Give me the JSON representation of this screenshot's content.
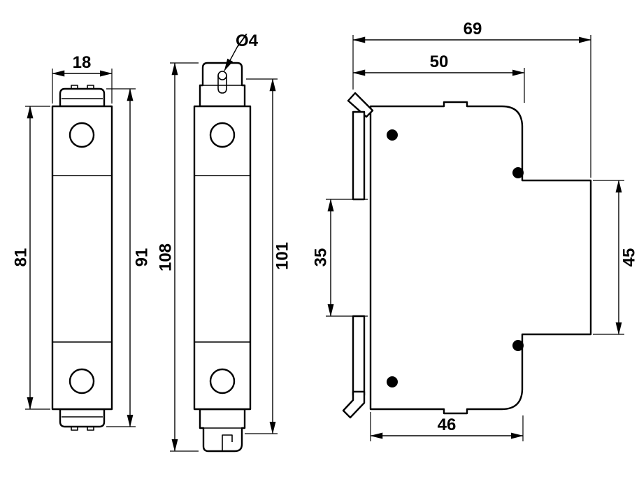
{
  "dimensions": {
    "front": {
      "width": "18",
      "body_height": "81",
      "overall_height": "91"
    },
    "middle": {
      "overall_height": "108",
      "mount_span": "101",
      "hole": "Ø4"
    },
    "side": {
      "depth_total": "69",
      "depth_top": "50",
      "depth_bottom": "46",
      "rail_opening": "35",
      "right_height": "45"
    }
  },
  "colors": {
    "line": "#000000",
    "background": "#ffffff"
  }
}
